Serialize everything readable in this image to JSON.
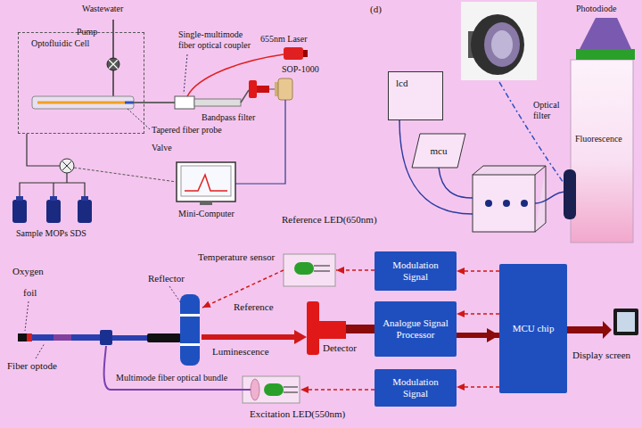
{
  "diagram": {
    "nodes": [
      {
        "text": [
          "Optofluidic Cell"
        ]
      },
      {
        "text": [
          "lcd"
        ]
      },
      {
        "text": [
          "mcu"
        ]
      },
      {
        "text": [
          "Modulation Signal"
        ]
      },
      {
        "text": [
          "Analogue Signal Processor"
        ]
      },
      {
        "text": [
          "Modulation Signal"
        ]
      },
      {
        "text": [
          "MCU chip"
        ]
      }
    ],
    "edges": [
      {
        "from": 6,
        "to": 3,
        "arrow": "to"
      },
      {
        "from": 6,
        "to": 4,
        "arrow": "to"
      },
      {
        "from": 4,
        "to": 6,
        "arrow": "to"
      },
      {
        "from": 6,
        "to": 5,
        "arrow": "to"
      }
    ],
    "labels": [
      "Wastewater",
      "Pump",
      "Single-multimode fiber optical coupler",
      "655nm Laser",
      "SOP-1000",
      "Bandpass filter",
      "Tapered fiber probe",
      "Valve",
      "Mini-Computer",
      "Sample MOPs SDS",
      "(d)",
      "Photodiode",
      "Optical filter",
      "Fluorescence",
      "Reference LED(650nm)",
      "Temperature sensor",
      "Reflector",
      "Oxygen",
      "foil",
      "Reference",
      "Luminescence",
      "Detector",
      "Fiber optode",
      "Multimode fiber optical bundle",
      "Excitation LED(550nm)",
      "Display screen"
    ]
  }
}
